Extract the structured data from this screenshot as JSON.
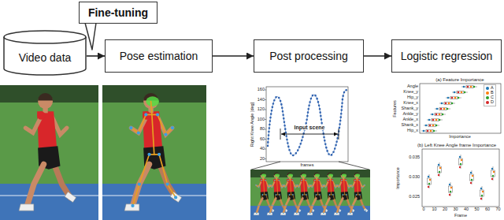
{
  "diagram": {
    "nodes": [
      {
        "text": [
          "Video data"
        ]
      },
      {
        "text": [
          "Fine-tuning"
        ]
      },
      {
        "text": [
          "Pose estimation"
        ]
      },
      {
        "text": [
          "Post processing"
        ]
      },
      {
        "text": [
          "Logistic regression"
        ]
      }
    ],
    "edges": [
      {
        "from": 0,
        "to": 2,
        "arrow": "to"
      },
      {
        "from": 2,
        "to": 3,
        "arrow": "to"
      },
      {
        "from": 3,
        "to": 4,
        "arrow": "to"
      }
    ],
    "labels": [
      "Right Knee Angle [deg]",
      "160",
      "140",
      "120",
      "100",
      "80",
      "60",
      "40",
      "20",
      "Input scene",
      "frames",
      "(a) Feature Importance",
      "Features",
      "Angle",
      "Knee_y",
      "Hip_y",
      "Knee_x",
      "Shank_y",
      "Ankle_y",
      "Ankle_x",
      "Shank_x",
      "Hip_x",
      "Importance",
      "(b) Left Knee Angle frame Importance",
      "Importance",
      "0.035",
      "0.030",
      "0.025",
      "0",
      "10",
      "20",
      "30",
      "40",
      "50",
      "60",
      "70",
      "Frame"
    ],
    "legend": [
      {
        "text": "A",
        "color": "#1f77b4"
      },
      {
        "text": "B",
        "color": "#ff7f0e"
      },
      {
        "text": "C",
        "color": "#2ca02c"
      },
      {
        "text": "D",
        "color": "#d62728"
      }
    ]
  }
}
